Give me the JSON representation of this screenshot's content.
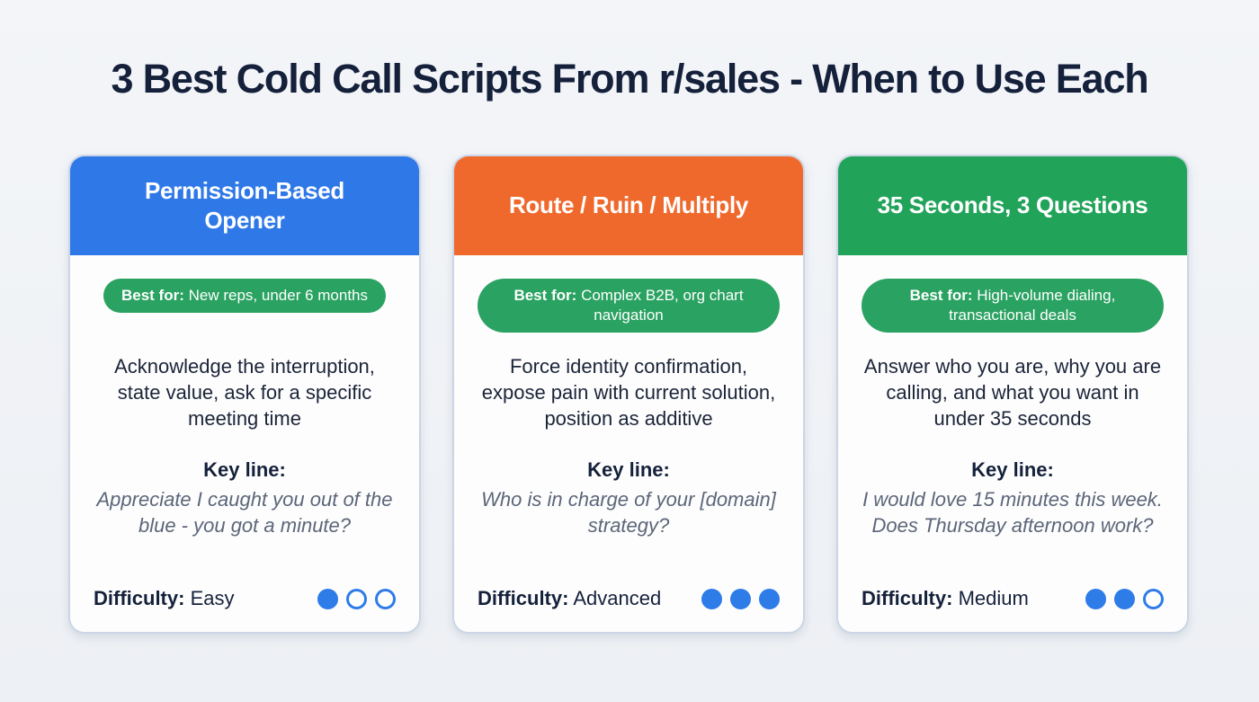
{
  "title": "3 Best Cold Call Scripts From r/sales - When to Use Each",
  "colors": {
    "background": "#eff1f5",
    "title_text": "#15213b",
    "card_border": "#ccd5e6",
    "header_blue": "#2e78e8",
    "header_orange": "#f0692c",
    "header_green": "#21a35a",
    "badge_green": "#2aa261",
    "quote_gray": "#5c6678",
    "dot_blue": "#2e7ce8"
  },
  "cards": [
    {
      "header": "Permission-Based\nOpener",
      "header_color": "#2e78e8",
      "best_for_label": "Best for:",
      "best_for": "New reps, under 6 months",
      "description": "Acknowledge the interruption, state value, ask for a specific meeting time",
      "key_line_label": "Key line:",
      "key_line": "Appreciate I caught you out of the blue - you got a minute?",
      "difficulty_label": "Difficulty:",
      "difficulty": "Easy",
      "dots_filled": 1,
      "dots_total": 3
    },
    {
      "header": "Route / Ruin / Multiply",
      "header_color": "#f0692c",
      "best_for_label": "Best for:",
      "best_for": "Complex B2B, org chart navigation",
      "description": "Force identity confirmation, expose pain with current solution, position as additive",
      "key_line_label": "Key line:",
      "key_line": "Who is in charge of your [domain] strategy?",
      "difficulty_label": "Difficulty:",
      "difficulty": "Advanced",
      "dots_filled": 3,
      "dots_total": 3
    },
    {
      "header": "35 Seconds, 3 Questions",
      "header_color": "#21a35a",
      "best_for_label": "Best for:",
      "best_for": "High-volume dialing, transactional deals",
      "description": "Answer who you are, why you are calling, and what you want in under 35 seconds",
      "key_line_label": "Key line:",
      "key_line": "I would love 15 minutes this week. Does Thursday afternoon work?",
      "difficulty_label": "Difficulty:",
      "difficulty": "Medium",
      "dots_filled": 2,
      "dots_total": 3
    }
  ]
}
